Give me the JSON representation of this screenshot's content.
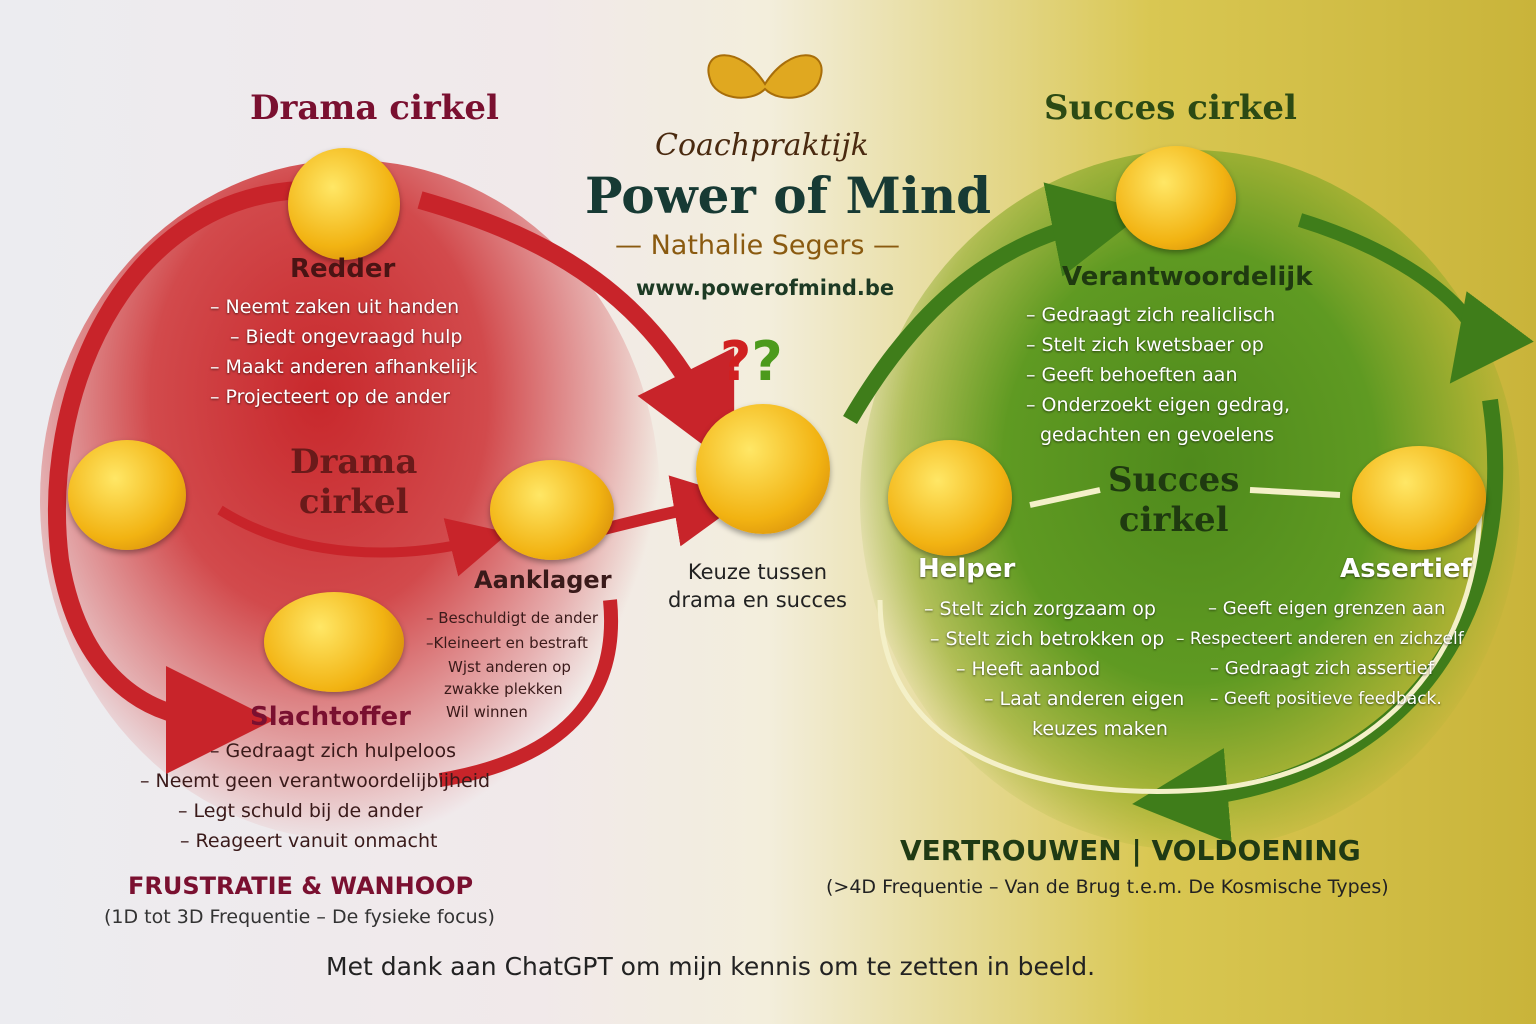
{
  "brand": {
    "subtitle": "Coachpraktijk",
    "name": "Power of Mind",
    "person": "— Nathalie Segers —",
    "url": "www.powerofmind.be"
  },
  "drama": {
    "title": "Drama cirkel",
    "center": [
      "Drama",
      "cirkel"
    ],
    "redder": {
      "label": "Redder",
      "items": [
        "– Neemt zaken uit handen",
        "– Biedt ongevraagd hulp",
        "– Maakt anderen afhankelijk",
        "– Projecteert op de ander"
      ]
    },
    "aanklager": {
      "label": "Aanklager",
      "items": [
        "– Beschuldigt de ander",
        "–Kleineert en bestraft",
        "Wjst anderen op",
        "zwakke plekken",
        "Wil winnen"
      ]
    },
    "slachtoffer": {
      "label": "Slachtoffer",
      "items": [
        "– Gedraagt zich hulpeloos",
        "– Neemt geen verantwoordelijbijheid",
        "– Legt schuld bij de ander",
        "– Reageert vanuit onmacht"
      ]
    },
    "footer": "FRUSTRATIE & WANHOOP",
    "footer_sub": "(1D tot 3D Frequentie – De fysieke focus)"
  },
  "choice": {
    "label": [
      "Keuze tussen",
      "drama en succes"
    ]
  },
  "succes": {
    "title": "Succes cirkel",
    "center": [
      "Succes",
      "cirkel"
    ],
    "verantwoordelijk": {
      "label": "Verantwoordelijk",
      "items": [
        "– Gedraagt zich realiclisch",
        "– Stelt zich kwetsbaer op",
        "– Geeft behoeften aan",
        "– Onderzoekt eigen gedrag,",
        "gedachten en gevoelens"
      ]
    },
    "helper": {
      "label": "Helper",
      "items": [
        "– Stelt zich zorgzaam op",
        "– Stelt zich betrokken op",
        "– Heeft aanbod",
        "– Laat anderen eigen",
        "keuzes maken"
      ]
    },
    "assertief": {
      "label": "Assertief",
      "items": [
        "– Geeft eigen grenzen aan",
        "– Respecteert anderen en zichzelf",
        "– Gedraagt zich assertief",
        "– Geeft positieve feedback."
      ]
    },
    "footer": "VERTROUWEN | VOLDOENING",
    "footer_sub": "(>4D Frequentie – Van de Brug t.e.m. De Kosmische Types)"
  },
  "credit": "Met dank aan ChatGPT om mijn kennis om te zetten in beeld.",
  "colors": {
    "drama": "#7a1030",
    "succes": "#2c4a14",
    "red": "#c8242a",
    "green": "#3f7d1a"
  }
}
